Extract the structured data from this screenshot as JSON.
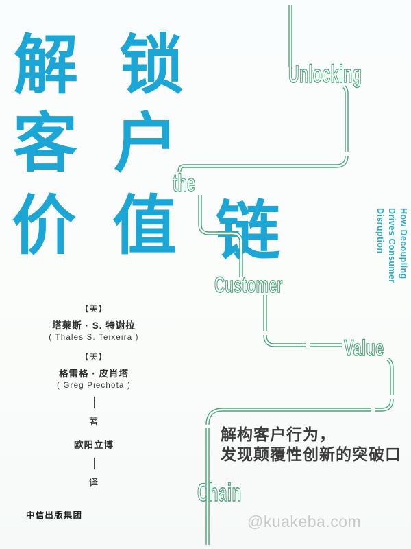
{
  "book_cover": {
    "title_cn": {
      "chars": [
        "解",
        "锁",
        "客",
        "户",
        "价",
        "值",
        "链"
      ]
    },
    "title_en": {
      "unlocking": "Unlocking",
      "the": "the",
      "customer": "Customer",
      "value": "Value",
      "chain": "Chain"
    },
    "subtitle_vertical": {
      "line1": "How Decoupling",
      "line2": "Drives Consumer Disruption"
    },
    "authors": {
      "nationality_1": "【美】",
      "author_1_cn": "塔莱斯 · S. 特谢拉",
      "author_1_en": "( Thales S. Teixeira )",
      "nationality_2": "【美】",
      "author_2_cn": "格雷格 · 皮肖塔",
      "author_2_en": "( Greg Piechota )",
      "author_role": "著",
      "translator": "欧阳立博",
      "translator_role": "译"
    },
    "tagline": {
      "line1": "解构客户行为，",
      "line2": "发现颠覆性创新的突破口"
    },
    "publisher": "中信出版集团",
    "watermark": "@kuakeba.com",
    "colors": {
      "title_cyan": "#1CA6D6",
      "path_green": "#48A377",
      "subtitle_teal": "#2FA9BF"
    }
  }
}
